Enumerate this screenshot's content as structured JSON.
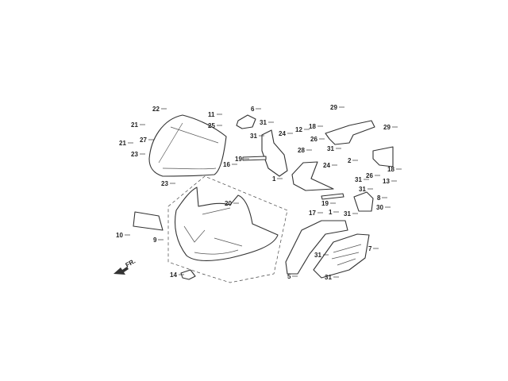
{
  "diagram": {
    "direction_marker": "FR.",
    "callouts": [
      "22",
      "11",
      "21",
      "25",
      "27",
      "21",
      "23",
      "23",
      "6",
      "31",
      "31",
      "24",
      "19",
      "16",
      "1",
      "20",
      "10",
      "9",
      "14",
      "29",
      "12",
      "18",
      "26",
      "29",
      "28",
      "31",
      "2",
      "24",
      "31",
      "26",
      "18",
      "13",
      "31",
      "8",
      "19",
      "17",
      "1",
      "31",
      "30",
      "7",
      "31",
      "5",
      "31"
    ],
    "colors": {
      "line": "#333333",
      "background": "#ffffff"
    }
  }
}
